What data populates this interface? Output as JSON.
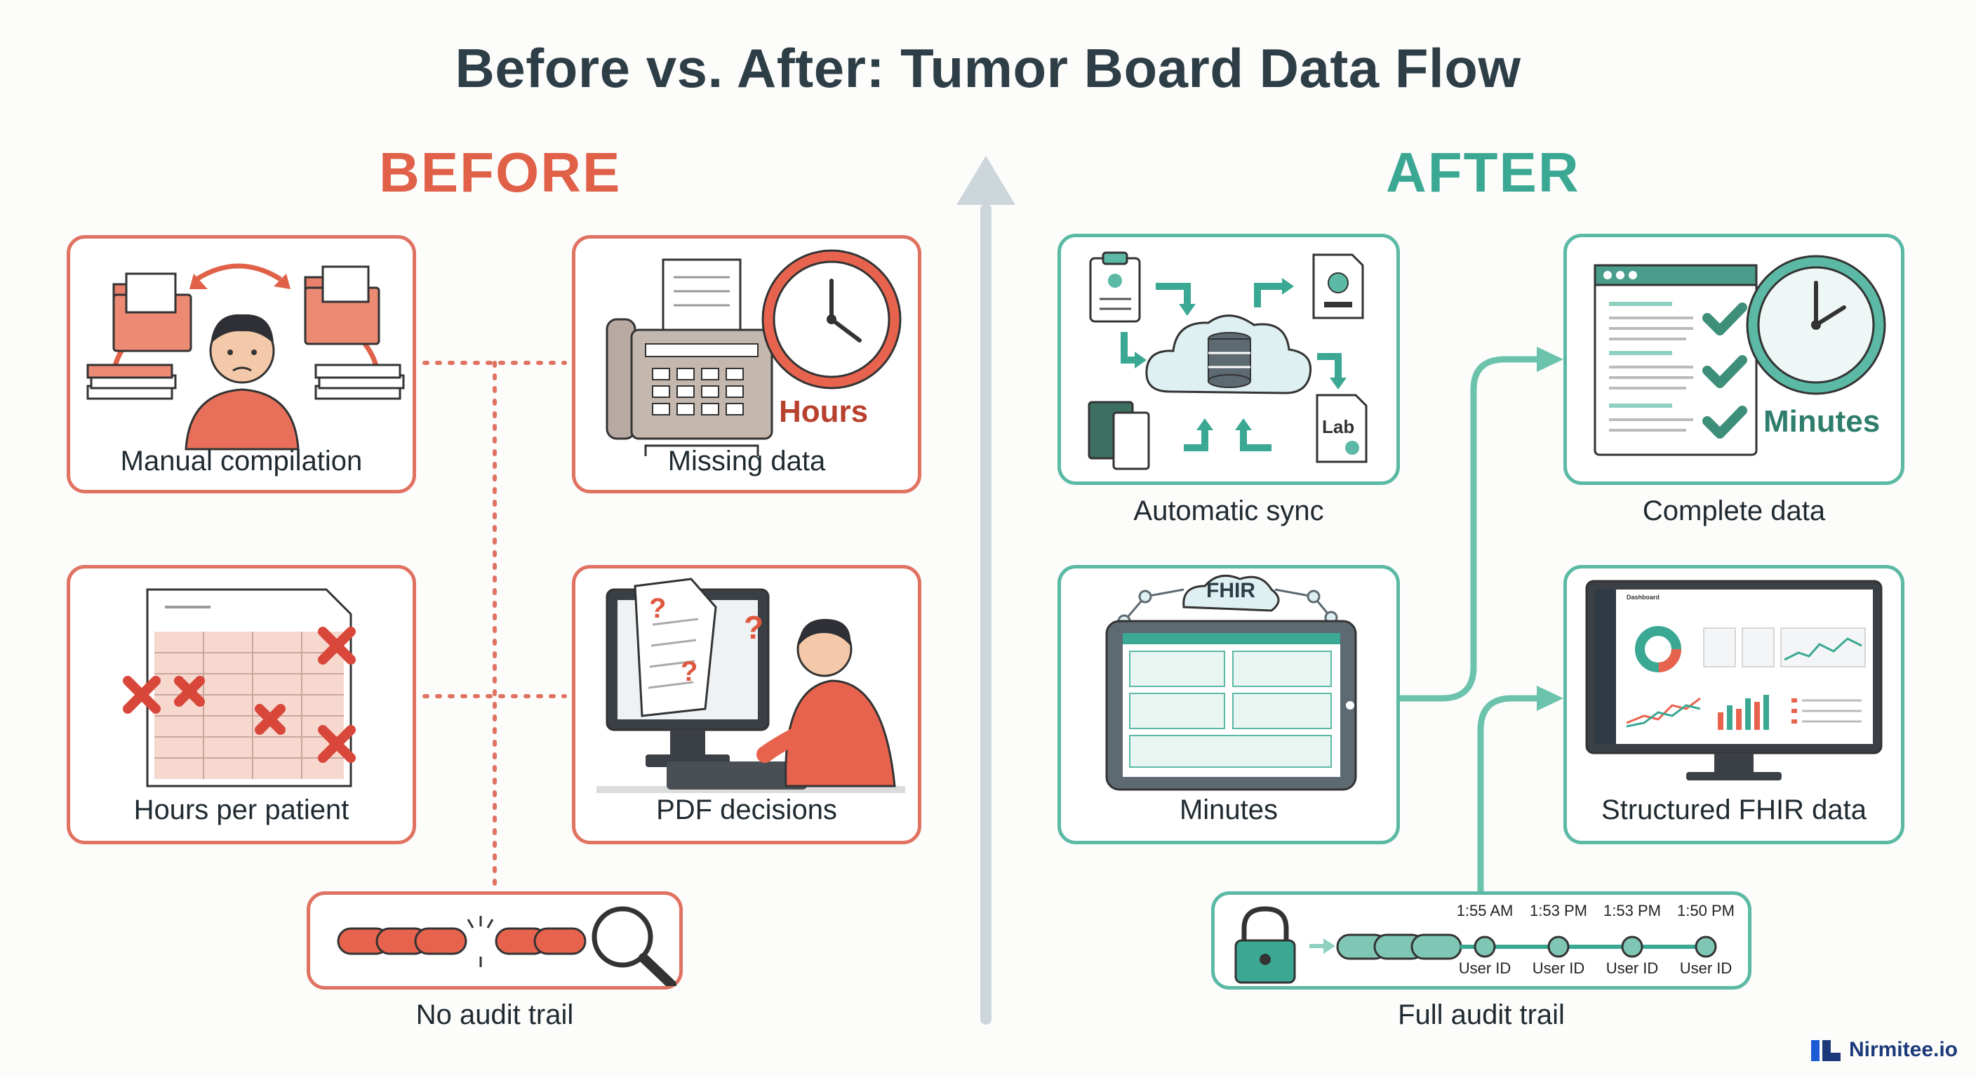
{
  "title": "Before vs. After: Tumor Board Data Flow",
  "before": {
    "heading": "BEFORE",
    "cards": [
      {
        "label": "Manual compilation"
      },
      {
        "label": "Missing data",
        "badge": "Hours"
      },
      {
        "label": "Hours per patient"
      },
      {
        "label": "PDF decisions"
      },
      {
        "label": "No audit trail"
      }
    ]
  },
  "after": {
    "heading": "AFTER",
    "cards": [
      {
        "label": "Automatic sync",
        "tag": "Lab"
      },
      {
        "label": "Complete data",
        "badge": "Minutes"
      },
      {
        "label": "Minutes",
        "tag": "FHIR"
      },
      {
        "label": "Structured FHIR data",
        "dashboard_title": "Dashboard"
      },
      {
        "label": "Full audit trail"
      }
    ],
    "audit_trail": {
      "times": [
        "1:55 AM",
        "1:53 PM",
        "1:53 PM",
        "1:50 PM"
      ],
      "users": [
        "User ID",
        "User ID",
        "User ID",
        "User ID"
      ]
    }
  },
  "brand": "Nirmitee.io",
  "colors": {
    "before": "#e06048",
    "after": "#3aa893",
    "divider": "#ccd5da"
  },
  "icons": [
    "folder-icon",
    "person-icon",
    "fax-icon",
    "clock-icon",
    "spreadsheet-icon",
    "x-mark-icon",
    "computer-icon",
    "chain-icon",
    "magnifier-icon",
    "cloud-database-icon",
    "checkmark-icon",
    "tablet-icon",
    "monitor-icon",
    "lock-icon"
  ]
}
